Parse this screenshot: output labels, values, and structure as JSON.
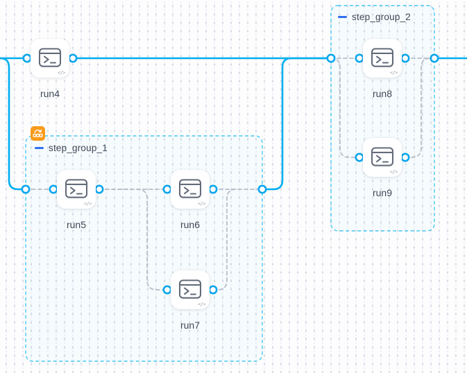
{
  "app": {
    "view": "workflow-topology-canvas",
    "description_visible": false
  },
  "colors": {
    "edge_solid": "#00aef0",
    "edge_dashed": "#b7bdc9",
    "port_stroke": "#0aa6ee",
    "port_fill": "#ffffff",
    "group_border": "#49c8f2",
    "group_fill": "rgba(73,200,242,0.04)",
    "node_icon": "#636b79",
    "label_text": "#3e4856",
    "collapse_blue": "#2e6ff2",
    "badge_orange": "#f89b1c"
  },
  "chrome": {
    "code_glyph": "</>"
  },
  "nodes": [
    {
      "id": "run4",
      "label": "run4",
      "icon": "terminal-icon"
    },
    {
      "id": "run5",
      "label": "run5",
      "icon": "terminal-icon"
    },
    {
      "id": "run6",
      "label": "run6",
      "icon": "terminal-icon"
    },
    {
      "id": "run7",
      "label": "run7",
      "icon": "terminal-icon"
    },
    {
      "id": "run8",
      "label": "run8",
      "icon": "terminal-icon"
    },
    {
      "id": "run9",
      "label": "run9",
      "icon": "terminal-icon"
    }
  ],
  "groups": [
    {
      "id": "step_group_1",
      "label": "step_group_1",
      "collapse_icon": "minus-icon",
      "badge_icon": "loop-over-items-icon",
      "has_badge": true
    },
    {
      "id": "step_group_2",
      "label": "step_group_2",
      "collapse_icon": "minus-icon",
      "has_badge": false
    }
  ],
  "edges": [
    {
      "from": "flow-start",
      "to": "run4",
      "style": "solid"
    },
    {
      "from": "flow-start",
      "to": "step_group_1",
      "style": "solid"
    },
    {
      "from": "run4",
      "to": "step_group_2",
      "style": "solid"
    },
    {
      "from": "step_group_1",
      "to": "step_group_2",
      "style": "solid"
    },
    {
      "from": "step_group_2",
      "to": "flow-end",
      "style": "solid"
    },
    {
      "from": "step_group_1-start",
      "to": "run5",
      "style": "dashed"
    },
    {
      "from": "run5",
      "to": "run6",
      "style": "dashed"
    },
    {
      "from": "run5",
      "to": "run7",
      "style": "dashed"
    },
    {
      "from": "run6",
      "to": "step_group_1-end",
      "style": "dashed"
    },
    {
      "from": "run7",
      "to": "step_group_1-end",
      "style": "dashed"
    },
    {
      "from": "step_group_2-start",
      "to": "run8",
      "style": "dashed"
    },
    {
      "from": "step_group_2-start",
      "to": "run9",
      "style": "dashed"
    },
    {
      "from": "run8",
      "to": "step_group_2-end",
      "style": "dashed"
    },
    {
      "from": "run9",
      "to": "step_group_2-end",
      "style": "dashed"
    }
  ]
}
